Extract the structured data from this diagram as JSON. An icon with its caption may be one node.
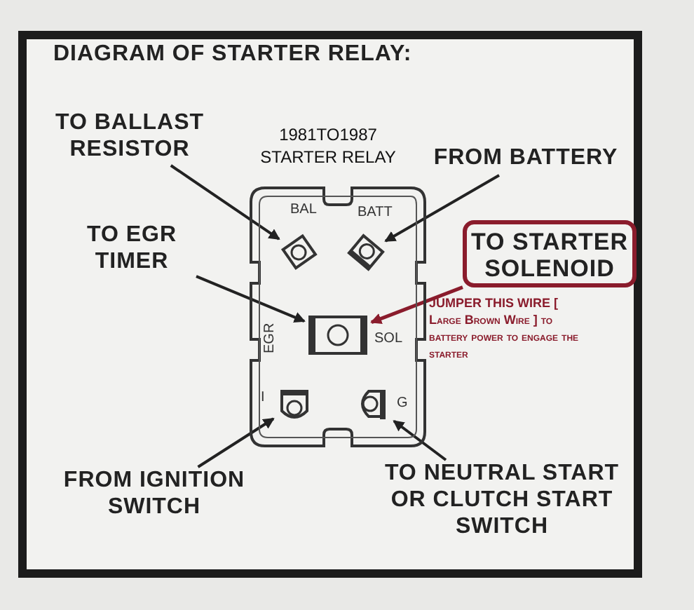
{
  "diagram": {
    "title": "DIAGRAM OF STARTER RELAY:",
    "nodes": [
      {
        "text": [],
        "shape": "picture"
      },
      {
        "text": [],
        "shape": "picture",
        "beside": [
          "BAL"
        ],
        "in": 0
      },
      {
        "text": [],
        "shape": "picture",
        "beside": [
          "BATT"
        ],
        "in": 0
      },
      {
        "text": [],
        "shape": "picture",
        "beside": [
          "EGR",
          "SOL"
        ],
        "in": 0
      },
      {
        "text": [],
        "shape": "picture",
        "beside": [
          "I"
        ],
        "in": 0
      },
      {
        "text": [],
        "shape": "picture",
        "beside": [
          "G"
        ],
        "in": 0
      },
      {
        "text": [
          "TO BALLAST RESISTOR"
        ]
      },
      {
        "text": [
          "FROM BATTERY"
        ]
      },
      {
        "text": [
          "TO EGR TIMER"
        ]
      },
      {
        "text": [
          "TO STARTER SOLENOID"
        ],
        "beside": [
          "JUMPER THIS WIRE [ Large Brown Wire ] to battery power to engage the starter"
        ]
      },
      {
        "text": [
          "FROM IGNITION SWITCH"
        ]
      },
      {
        "text": [
          "TO NEUTRAL START OR CLUTCH START SWITCH"
        ]
      }
    ],
    "edges": [
      {
        "from": 6,
        "to": 1,
        "arrow": "to"
      },
      {
        "from": 7,
        "to": 2,
        "arrow": "to"
      },
      {
        "from": 8,
        "to": 3,
        "arrow": "to"
      },
      {
        "from": 9,
        "to": 3,
        "arrow": "to",
        "color": "#8a1c2c"
      },
      {
        "from": 10,
        "to": 4,
        "arrow": "to"
      },
      {
        "from": 11,
        "to": 5,
        "arrow": "to"
      }
    ],
    "labels": [
      "1981TO1987 STARTER RELAY"
    ]
  }
}
